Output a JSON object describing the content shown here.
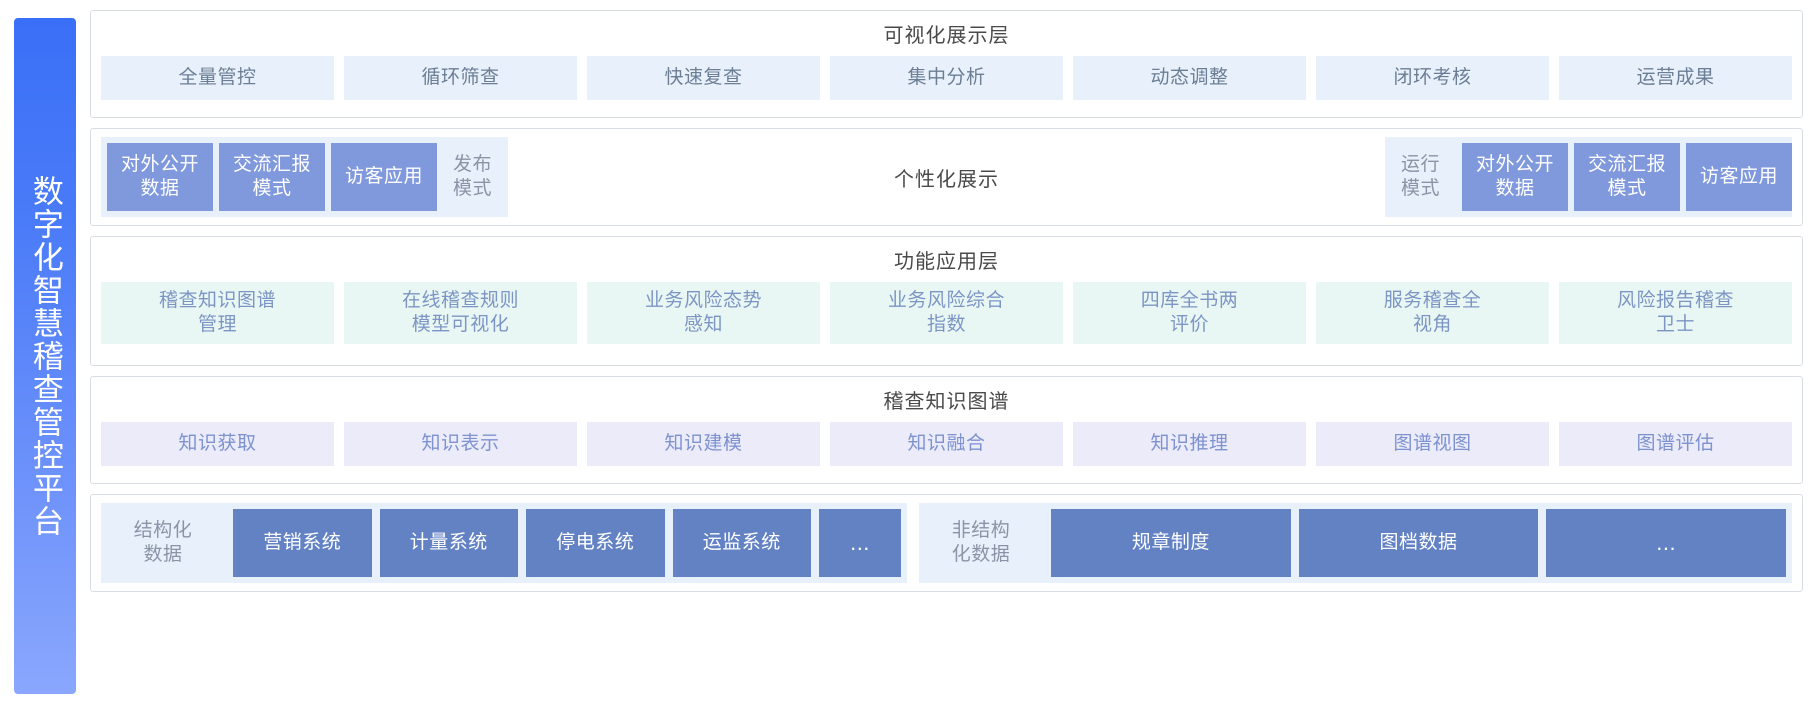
{
  "platform": {
    "title": "数字化智慧稽查管控平台",
    "accent_start": "#3a6ff7",
    "accent_end": "#8aa7fd"
  },
  "layers": {
    "visualization": {
      "title": "可视化展示层",
      "cell_color": "#e8f1fb",
      "cells": [
        {
          "label": "全量管控"
        },
        {
          "label": "循环筛查"
        },
        {
          "label": "快速复查"
        },
        {
          "label": "集中分析"
        },
        {
          "label": "动态调整"
        },
        {
          "label": "闭环考核"
        },
        {
          "label": "运营成果"
        }
      ]
    },
    "display_mode": {
      "center_title": "个性化展示",
      "box_color": "#8099dd",
      "left_group": {
        "boxes": [
          {
            "label": "对外公开\n数据"
          },
          {
            "label": "交流汇报\n模式"
          },
          {
            "label": "访客应用"
          }
        ],
        "mode_label": "发布\n模式"
      },
      "right_group": {
        "mode_label": "运行\n模式",
        "boxes": [
          {
            "label": "对外公开\n数据"
          },
          {
            "label": "交流汇报\n模式"
          },
          {
            "label": "访客应用"
          }
        ]
      }
    },
    "function": {
      "title": "功能应用层",
      "cell_color": "#e8f7f4",
      "cells": [
        {
          "label": "稽查知识图谱\n管理"
        },
        {
          "label": "在线稽查规则\n模型可视化"
        },
        {
          "label": "业务风险态势\n感知"
        },
        {
          "label": "业务风险综合\n指数"
        },
        {
          "label": "四库全书两\n评价"
        },
        {
          "label": "服务稽查全\n视角"
        },
        {
          "label": "风险报告稽查\n卫士"
        }
      ]
    },
    "knowledge_graph": {
      "title": "稽查知识图谱",
      "cell_color": "#ebebfa",
      "cells": [
        {
          "label": "知识获取"
        },
        {
          "label": "知识表示"
        },
        {
          "label": "知识建模"
        },
        {
          "label": "知识融合"
        },
        {
          "label": "知识推理"
        },
        {
          "label": "图谱视图"
        },
        {
          "label": "图谱评估"
        }
      ]
    },
    "data_source": {
      "box_color": "#6382c4",
      "structured": {
        "label": "结构化\n数据",
        "boxes": [
          {
            "label": "营销系统"
          },
          {
            "label": "计量系统"
          },
          {
            "label": "停电系统"
          },
          {
            "label": "运监系统"
          },
          {
            "label": "..."
          }
        ]
      },
      "unstructured": {
        "label": "非结构\n化数据",
        "boxes": [
          {
            "label": "规章制度"
          },
          {
            "label": "图档数据"
          },
          {
            "label": "..."
          }
        ]
      }
    }
  }
}
